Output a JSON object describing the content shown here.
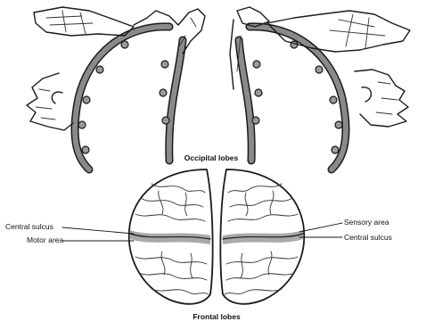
{
  "labels": {
    "occipital_lobes": "Occipital lobes",
    "frontal_lobes": "Frontal lobes",
    "central_sulcus_left": "Central sulcus",
    "motor_area": "Motor area",
    "sensory_area": "Sensory area",
    "central_sulcus_right": "Central sulcus"
  },
  "colors": {
    "ink": "#1a1a1a",
    "cortex_fill": "#9a9a9a",
    "background": "#ffffff"
  }
}
